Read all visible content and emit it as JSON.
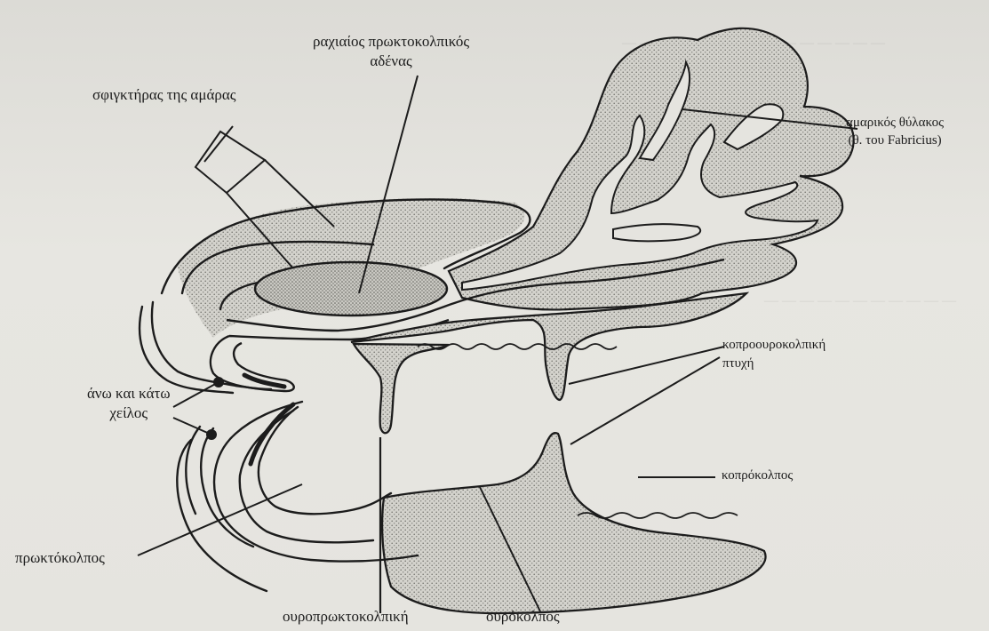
{
  "labels": {
    "spinal_gland_line1": "ραχιαίος πρωκτοκολπικός",
    "spinal_gland_line2": "αδένας",
    "sphincter": "σφιγκτήρας της αμάρας",
    "bursa_line1": "αμαρικός θύλακος",
    "bursa_line2": "(θ. του Fabricius)",
    "coprourodeal_fold_line1": "κοπροουροκολπική",
    "coprourodeal_fold_line2": "πτυχή",
    "lips_line1": "άνω και κάτω",
    "lips_line2": "χείλος",
    "coprodeum": "κοπρόκολπος",
    "proctodeum": "πρωκτόκολπος",
    "uroproctodeal": "ουροπρωκτοκολπική",
    "urodeum": "ουρόκολπος"
  },
  "colors": {
    "ink": "#1c1c1c",
    "stipple": "#8e8e8a",
    "paper": "#e5e4df"
  }
}
